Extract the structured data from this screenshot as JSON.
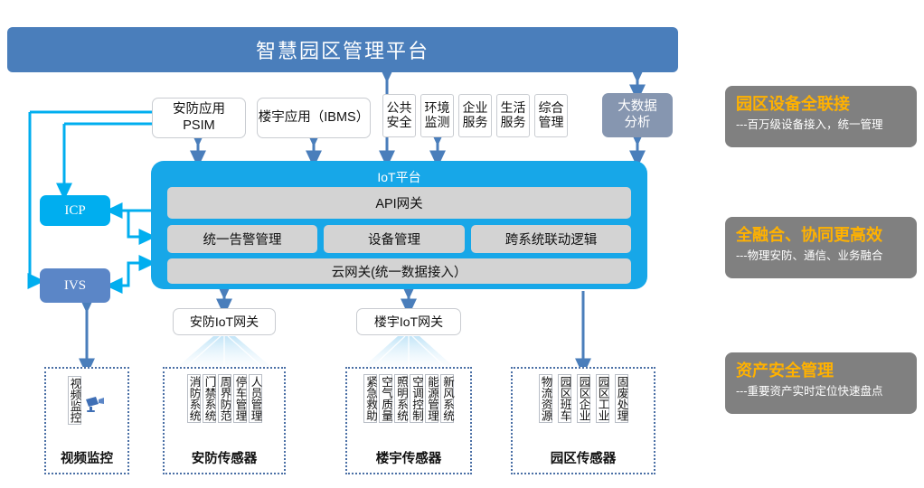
{
  "header": {
    "title": "智慧园区管理平台"
  },
  "applications": {
    "psim": "安防应用\nPSIM",
    "ibms": "楼宇应用（IBMS）",
    "small": [
      "公共\n安全",
      "环境\n监测",
      "企业\n服务",
      "生活\n服务",
      "综合\n管理"
    ],
    "bigdata": "大数据\n分析"
  },
  "left_nodes": {
    "icp": "ICP",
    "ivs": "IVS"
  },
  "iot": {
    "title": "IoT平台",
    "api_gateway": "API网关",
    "middle": [
      "统一告警管理",
      "设备管理",
      "跨系统联动逻辑"
    ],
    "cloud_gateway": "云网关(统一数据接入）"
  },
  "gateways": {
    "security": "安防IoT网关",
    "building": "楼宇IoT网关"
  },
  "sensor_groups": [
    {
      "label": "视频监控",
      "items": [
        "视频监控"
      ],
      "icon": "camera-icon"
    },
    {
      "label": "安防传感器",
      "items": [
        "消防系统",
        "门禁系统",
        "周界防范",
        "停车管理",
        "人员管理"
      ]
    },
    {
      "label": "楼宇传感器",
      "items": [
        "紧急救助",
        "空气质量",
        "照明系统",
        "空调控制",
        "能源管理",
        "新风系统"
      ]
    },
    {
      "label": "园区传感器",
      "items": [
        "物流资源",
        "园区班车",
        "园区企业",
        "园区工业",
        "固废处理"
      ]
    }
  ],
  "feature_cards": [
    {
      "title": "园区设备全联接",
      "subtitle": "---百万级设备接入，统一管理"
    },
    {
      "title": "全融合、协同更高效",
      "subtitle": "---物理安防、通信、业务融合"
    },
    {
      "title": "资产安全管理",
      "subtitle": "---重要资产实时定位快速盘点"
    }
  ],
  "colors": {
    "header_blue": "#4a7ebb",
    "iot_cyan": "#17a7e8",
    "icp_cyan": "#00aeef",
    "ivs_blue": "#5b86c7",
    "bigdata_gray": "#8696b0",
    "card_gray": "#808080",
    "card_title_orange": "#ffb100",
    "panel_gray": "#d3d3d3",
    "dotted_border": "#4a6fa5"
  }
}
